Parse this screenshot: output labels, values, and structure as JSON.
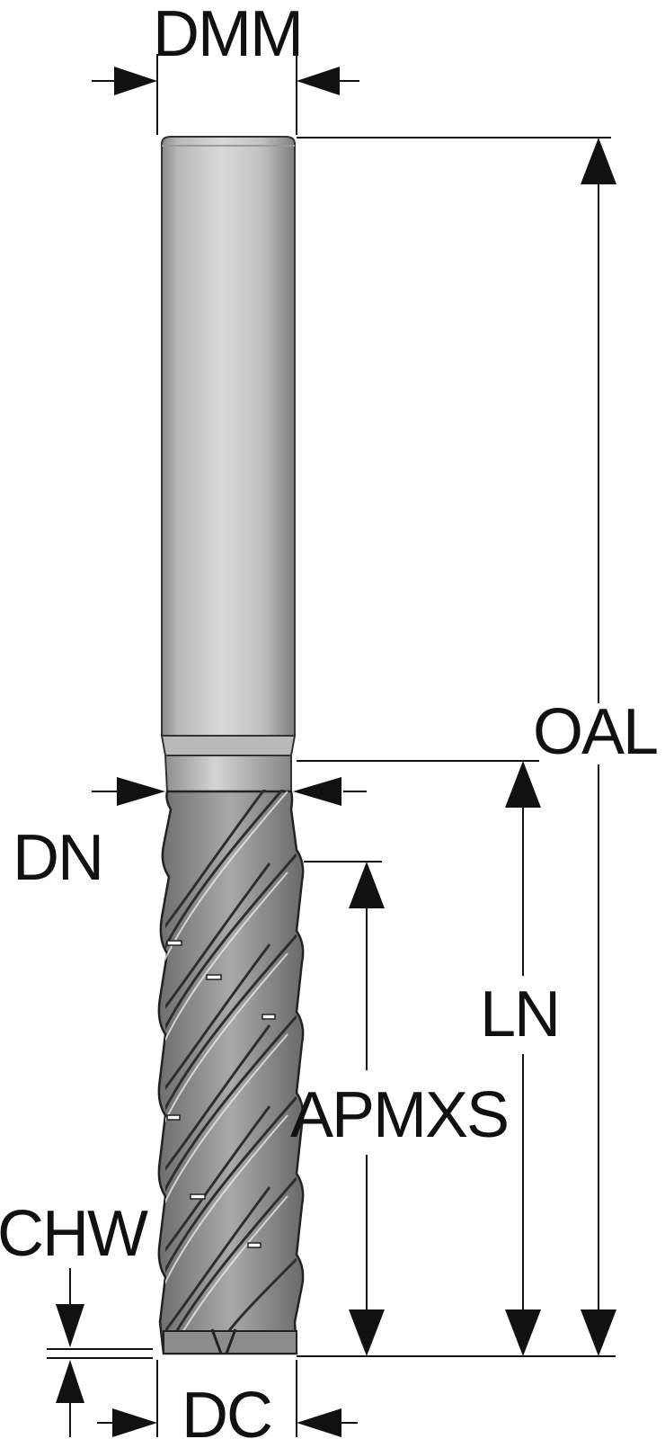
{
  "labels": {
    "dmm": "DMM",
    "oal": "OAL",
    "dn": "DN",
    "ln": "LN",
    "apmxs": "APMXS",
    "chw": "CHW",
    "dc": "DC"
  },
  "colors": {
    "line": "#111111",
    "shank_light": "#d8d8d8",
    "shank_mid": "#b5b5b5",
    "shank_dark": "#7a7a7a",
    "flute_dark": "#4a4a4a",
    "background": "#ffffff"
  }
}
